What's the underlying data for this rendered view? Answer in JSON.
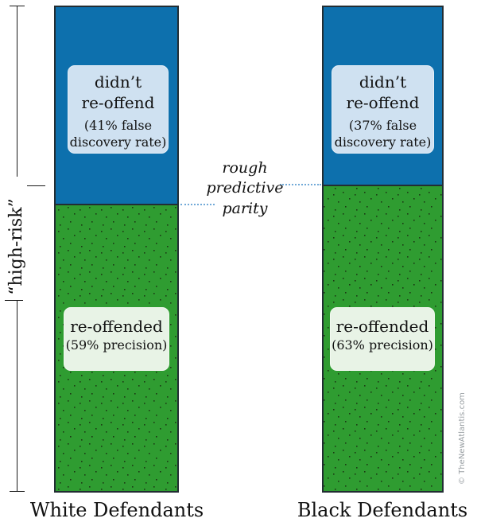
{
  "figure": {
    "bracket_label": "“high-risk”",
    "annotation_lines": [
      "rough",
      "predictive",
      "parity"
    ],
    "watermark": "© TheNewAtlantis.com",
    "colors": {
      "blue_segment": "#0d70ad",
      "green_segment": "#2f9c31",
      "blue_callout": "#cfe1f1",
      "green_callout": "#e8f3e6",
      "dotted_leader": "#72aad8",
      "bar_border": "#222d33",
      "watermark_gray": "#9aa0a4"
    },
    "bars": [
      {
        "category": "White Defendants",
        "top_label": [
          "didn’t",
          "re-offend"
        ],
        "top_note": [
          "(41% false",
          "discovery rate)"
        ],
        "bottom_label": "re-offended",
        "bottom_note": "(59% precision)"
      },
      {
        "category": "Black Defendants",
        "top_label": [
          "didn’t",
          "re-offend"
        ],
        "top_note": [
          "(37% false",
          "discovery rate)"
        ],
        "bottom_label": "re-offended",
        "bottom_note": "(63% precision)"
      }
    ]
  },
  "chart_data": {
    "type": "bar",
    "subtype": "stacked_percent",
    "orientation": "vertical",
    "categories": [
      "White Defendants",
      "Black Defendants"
    ],
    "series": [
      {
        "name": "didn't re-offend",
        "metric": "false discovery rate",
        "values_pct": [
          41,
          37
        ],
        "color": "#0d70ad"
      },
      {
        "name": "re-offended",
        "metric": "precision",
        "values_pct": [
          59,
          63
        ],
        "color": "#2f9c31"
      }
    ],
    "group_axis_label": "“high-risk”",
    "annotation": "rough predictive parity",
    "ylim": [
      0,
      100
    ],
    "grid": false,
    "legend_position": "inline-labels",
    "source_watermark": "© TheNewAtlantis.com"
  }
}
